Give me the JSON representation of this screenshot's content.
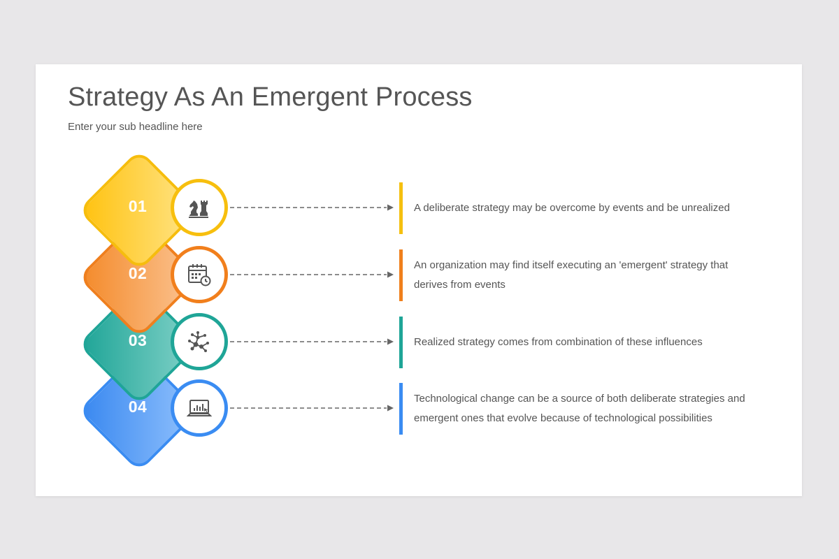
{
  "slide": {
    "title": "Strategy As An Emergent Process",
    "subtitle": "Enter your sub headline here"
  },
  "steps": [
    {
      "number": "01",
      "icon": "chess-pieces-icon",
      "color": "#f7bf0e",
      "text": "A deliberate strategy may be overcome by events and be unrealized"
    },
    {
      "number": "02",
      "icon": "calendar-clock-icon",
      "color": "#f17f1c",
      "text": "An organization may find itself executing an 'emergent' strategy that derives from events"
    },
    {
      "number": "03",
      "icon": "network-nodes-icon",
      "color": "#1fa597",
      "text": "Realized strategy comes from combination of these influences"
    },
    {
      "number": "04",
      "icon": "laptop-chart-icon",
      "color": "#3a8cf2",
      "text": "Technological change can be a source of both deliberate strategies and emergent ones that evolve because of technological possibilities"
    }
  ]
}
